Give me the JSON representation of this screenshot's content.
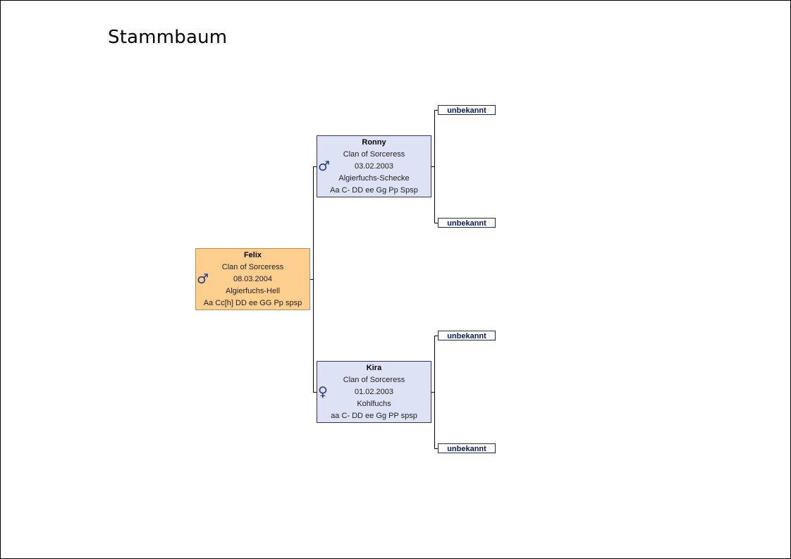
{
  "page": {
    "title": "Stammbaum"
  },
  "subject": {
    "name": "Felix",
    "breeder": "Clan of Sorceress",
    "birthdate": "08.03.2004",
    "color": "Algierfuchs-Hell",
    "genotype": "Aa Cc[h] DD ee GG Pp spsp",
    "sex_symbol": "♂",
    "sex_icon": "male-icon"
  },
  "father": {
    "name": "Ronny",
    "breeder": "Clan of Sorceress",
    "birthdate": "03.02.2003",
    "color": "Algierfuchs-Schecke",
    "genotype": "Aa C- DD ee Gg Pp Spsp",
    "sex_symbol": "♂",
    "sex_icon": "male-icon"
  },
  "mother": {
    "name": "Kira",
    "breeder": "Clan of Sorceress",
    "birthdate": "01.02.2003",
    "color": "Kohlfuchs",
    "genotype": "aa C- DD ee Gg PP spsp",
    "sex_symbol": "♀",
    "sex_icon": "female-icon"
  },
  "grandparents": [
    {
      "label": "unbekannt"
    },
    {
      "label": "unbekannt"
    },
    {
      "label": "unbekannt"
    },
    {
      "label": "unbekannt"
    }
  ],
  "colors": {
    "subject_fill": "#fccf8e",
    "parent_fill": "#dde3f4",
    "sex_symbol": "#2a3a8a"
  }
}
